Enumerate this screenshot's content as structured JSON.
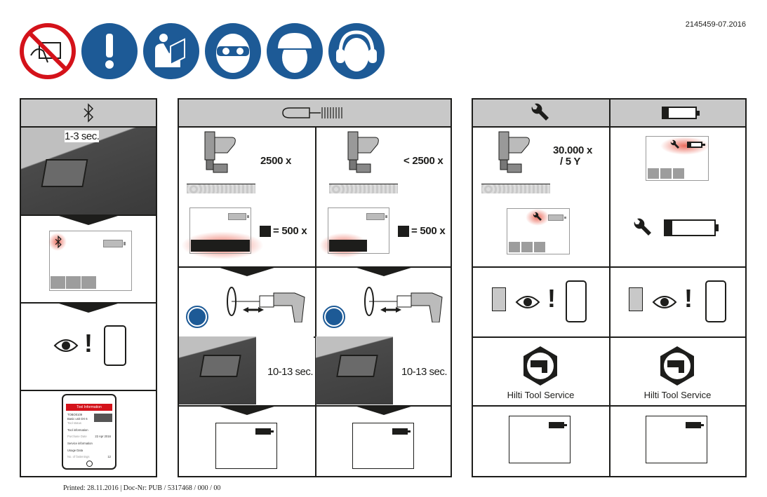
{
  "doc_code": "2145459-07.2016",
  "footer": "Printed: 28.11.2016 | Doc-Nr: PUB / 5317468 / 000 / 00",
  "warning_signs": [
    "no-hand-near-tool-icon",
    "read-manual-warning-icon",
    "read-manual-icon",
    "eye-protection-icon",
    "hard-hat-icon",
    "ear-protection-icon"
  ],
  "colors": {
    "sign_blue": "#1d5a96",
    "prohibit_red": "#d4121a",
    "header_gray": "#c8c8c8",
    "glow_red": "#e43c28",
    "phone_red": "#d4121a"
  },
  "bluetooth_panel": {
    "header_icon": "bluetooth-icon",
    "step1_time": "1-3 sec.",
    "phone_app": {
      "title": "Tool Information",
      "tool_id": "TOBO0109",
      "tool_name": "Basic unit DX 6",
      "tool_status": "Tool status",
      "rows": [
        {
          "label": "Tool information",
          "value": ""
        },
        {
          "label": "Purchase Date",
          "value": "22 Apr 2016"
        },
        {
          "label": "Service information",
          "value": ""
        },
        {
          "label": "Usage Data",
          "value": ""
        },
        {
          "label": "No. of fastenings",
          "value": "12"
        }
      ]
    }
  },
  "cleaning_panel": {
    "header_icon": "cleaning-brush-icon",
    "columns": [
      {
        "count": "2500 x",
        "legend": "= 500 x",
        "blocks": 5,
        "reset_time": "10-13 sec."
      },
      {
        "count": "< 2500 x",
        "legend": "= 500 x",
        "blocks": 3,
        "reset_time": "10-13 sec."
      }
    ]
  },
  "service_panel": {
    "header_icon": "wrench-icon",
    "count": "30.000 x",
    "interval": "/ 5 Y",
    "service_label": "Hilti Tool Service"
  },
  "battery_panel": {
    "header_icon": "battery-low-icon",
    "service_label": "Hilti Tool Service"
  }
}
